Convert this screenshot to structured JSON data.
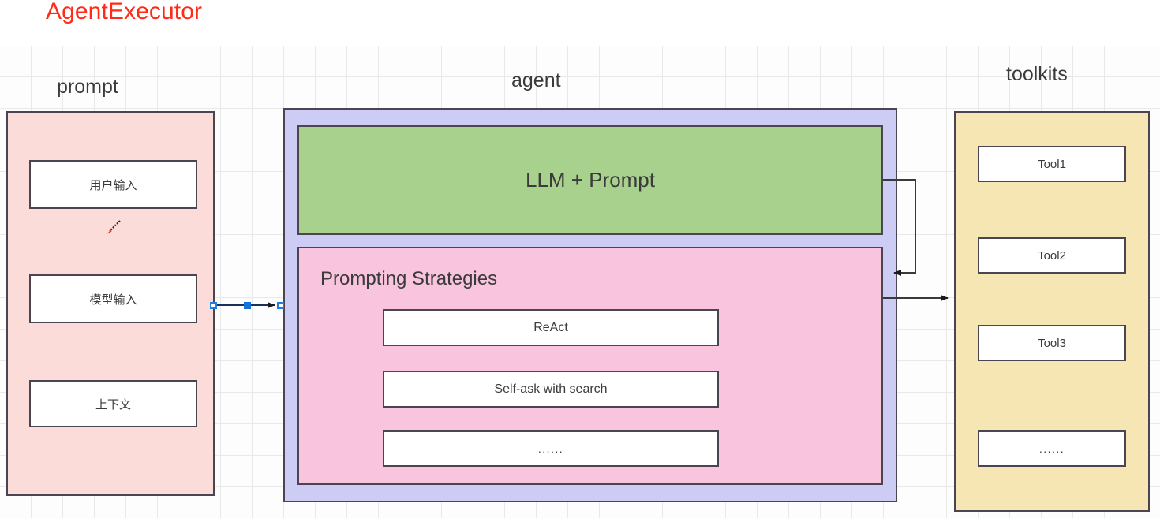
{
  "diagram": {
    "title": "AgentExecutor",
    "title_color": "#ff2b16",
    "background": "grid-paper",
    "columns": [
      {
        "key": "prompt",
        "label": "prompt",
        "fill": "#fbdcd8",
        "items": [
          {
            "label": "用户输入"
          },
          {
            "label": "模型输入"
          },
          {
            "label": "上下文"
          }
        ]
      },
      {
        "key": "agent",
        "label": "agent",
        "fill": "#ccccf5",
        "llm": {
          "label": "LLM + Prompt",
          "fill": "#a9d18e"
        },
        "strategies": {
          "label": "Prompting Strategies",
          "fill": "#f9c4dd",
          "items": [
            {
              "label": "ReAct"
            },
            {
              "label": "Self-ask with search"
            },
            {
              "label": "......"
            }
          ]
        }
      },
      {
        "key": "toolkits",
        "label": "toolkits",
        "fill": "#f5e6b3",
        "items": [
          {
            "label": "Tool1"
          },
          {
            "label": "Tool2"
          },
          {
            "label": "Tool3"
          },
          {
            "label": "......"
          }
        ]
      }
    ],
    "connectors": [
      {
        "name": "prompt-to-agent",
        "from": "prompt",
        "to": "agent",
        "selected": true,
        "arrow": "right",
        "handle_color": "#1471d8"
      },
      {
        "name": "llm-to-strategies-feedback",
        "from": "LLM + Prompt",
        "to": "Prompting Strategies",
        "arrow": "left"
      },
      {
        "name": "strategies-to-toolkits",
        "from": "Prompting Strategies",
        "to": "toolkits",
        "arrow": "right"
      }
    ],
    "cursor": {
      "icon": "pencil-cursor",
      "color": "#e03026"
    }
  }
}
